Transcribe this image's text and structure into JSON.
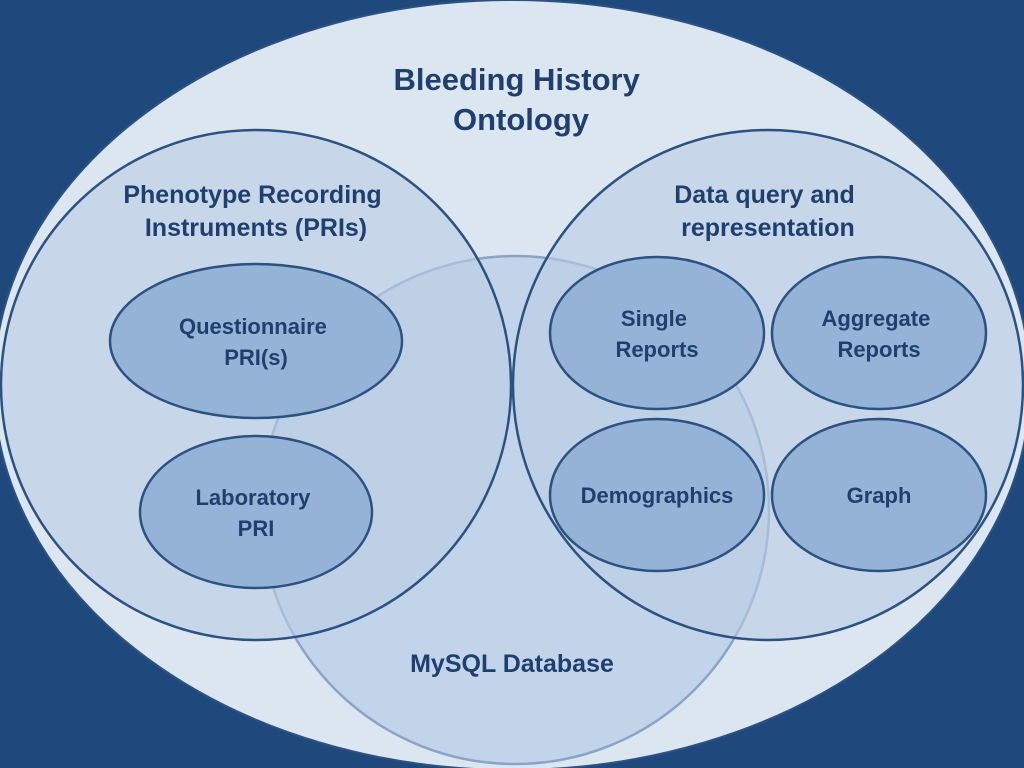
{
  "title": {
    "line1": "Bleeding History",
    "line2": "Ontology"
  },
  "sections": {
    "pri": {
      "line1": "Phenotype Recording",
      "line2": "Instruments (PRIs)"
    },
    "data_query": {
      "line1": "Data query and",
      "line2": "representation"
    },
    "database": {
      "label": "MySQL Database"
    }
  },
  "nodes": {
    "questionnaire": {
      "line1": "Questionnaire",
      "line2": "PRI(s)"
    },
    "laboratory": {
      "line1": "Laboratory",
      "line2": "PRI"
    },
    "single_reports": {
      "line1": "Single",
      "line2": "Reports"
    },
    "aggregate_reports": {
      "line1": "Aggregate",
      "line2": "Reports"
    },
    "demographics": {
      "label": "Demographics"
    },
    "graph": {
      "label": "Graph"
    }
  },
  "colors": {
    "background": "#1f497d",
    "outer_fill": "#dce6f1",
    "circle_fill": "#b9cde5",
    "node_fill": "#95b3d7",
    "stroke": "#2c5282",
    "text": "#1f3f6e"
  }
}
